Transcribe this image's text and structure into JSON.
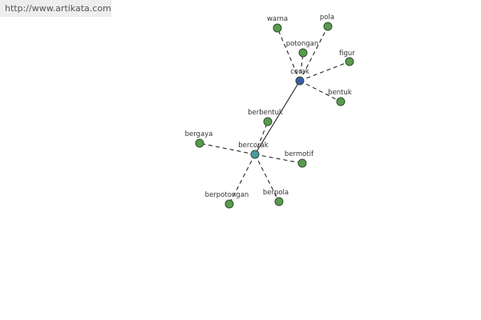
{
  "watermark": {
    "text": "http://www.artikata.com"
  },
  "colors": {
    "leaf_node": "#5a9a4e",
    "center_primary": "#3b5ba9",
    "center_secondary": "#4e9aa0"
  },
  "graph": {
    "nodes": [
      {
        "id": "corak",
        "label": "corak",
        "kind": "center_primary"
      },
      {
        "id": "bercorak",
        "label": "bercorak",
        "kind": "center_secondary"
      },
      {
        "id": "warna",
        "label": "warna",
        "kind": "leaf_node"
      },
      {
        "id": "pola",
        "label": "pola",
        "kind": "leaf_node"
      },
      {
        "id": "potongan",
        "label": "potongan",
        "kind": "leaf_node"
      },
      {
        "id": "figur",
        "label": "figur",
        "kind": "leaf_node"
      },
      {
        "id": "bentuk",
        "label": "bentuk",
        "kind": "leaf_node"
      },
      {
        "id": "berbentuk",
        "label": "berbentuk",
        "kind": "leaf_node"
      },
      {
        "id": "bergaya",
        "label": "bergaya",
        "kind": "leaf_node"
      },
      {
        "id": "bermotif",
        "label": "bermotif",
        "kind": "leaf_node"
      },
      {
        "id": "berpotongan",
        "label": "berpotongan",
        "kind": "leaf_node"
      },
      {
        "id": "berpola",
        "label": "berpola",
        "kind": "leaf_node"
      }
    ],
    "edges": [
      {
        "from": "corak",
        "to": "warna",
        "style": "dashed"
      },
      {
        "from": "corak",
        "to": "pola",
        "style": "dashed"
      },
      {
        "from": "corak",
        "to": "potongan",
        "style": "dashed"
      },
      {
        "from": "corak",
        "to": "figur",
        "style": "dashed"
      },
      {
        "from": "corak",
        "to": "bentuk",
        "style": "dashed"
      },
      {
        "from": "corak",
        "to": "bercorak",
        "style": "solid"
      },
      {
        "from": "bercorak",
        "to": "berbentuk",
        "style": "dashed"
      },
      {
        "from": "bercorak",
        "to": "bergaya",
        "style": "dashed"
      },
      {
        "from": "bercorak",
        "to": "bermotif",
        "style": "dashed"
      },
      {
        "from": "bercorak",
        "to": "berpotongan",
        "style": "dashed"
      },
      {
        "from": "bercorak",
        "to": "berpola",
        "style": "dashed"
      }
    ]
  }
}
